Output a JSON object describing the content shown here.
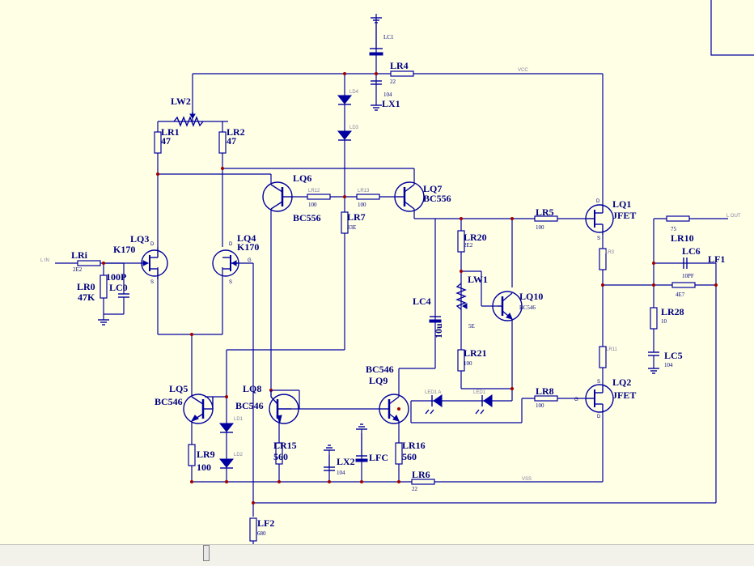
{
  "schematic": {
    "labels": {
      "LC1": "LC1",
      "LR4": "LR4",
      "LR4_val": "22",
      "C104_top": "104",
      "LX1": "LX1",
      "VCC": "VCC",
      "LD4": "LD4",
      "LD3": "LD3",
      "LW2": "LW2",
      "LR1": "LR1",
      "LR1_val": "47",
      "LR2": "LR2",
      "LR2_val": "47",
      "LQ6": "LQ6",
      "LQ6_type": "BC556",
      "LR12": "LR12",
      "LR12_val": "100",
      "LR13": "LR13",
      "LR13_val": "100",
      "LR7": "LR7",
      "LR7_val": "33E",
      "LQ7": "LQ7",
      "LQ7_type": "BC556",
      "LQ1": "LQ1",
      "LQ1_type": "JFET",
      "LR5": "LR5",
      "LR5_val": "100",
      "LR3": "LR3",
      "LQ3": "LQ3",
      "LQ3_type": "K170",
      "LQ4": "LQ4",
      "LQ4_type": "K170",
      "LIN": "L IN",
      "LRi": "LRi",
      "LRi_val": "2E2",
      "LR0": "LR0",
      "LR0_val": "47K",
      "C100P": "100P",
      "LC0": "LC0",
      "LR20": "LR20",
      "LR20_val": "2E2",
      "LW1": "LW1",
      "LW1_val": "5E",
      "LQ10": "LQ10",
      "LQ10_type": "BC546",
      "LC4": "LC4",
      "LC4_val": "10u",
      "LR21": "LR21",
      "LR21_val": "100",
      "LED1A": "LED1 A",
      "LED1": "LED1",
      "LR8": "LR8",
      "LR8_val": "100",
      "LQ2": "LQ2",
      "LQ2_type": "JFET",
      "LR11": "LR11",
      "LOUT": "L OUT",
      "LR10": "LR10",
      "LR10_val": "75",
      "LC6": "LC6",
      "LC6_val": "10PF",
      "LF1": "LF1",
      "LF1_val": "4E7",
      "LR28": "LR28",
      "LR28_val": "10",
      "LC5": "LC5",
      "LC5_val": "104",
      "LQ5": "LQ5",
      "LQ5_type": "BC546",
      "LQ8": "LQ8",
      "LQ8_type": "BC546",
      "LQ9": "LQ9",
      "LQ9_type": "BC546",
      "LD1": "LD1",
      "LD2": "LD2",
      "LR9": "LR9",
      "LR9_val": "100",
      "LR15": "LR15",
      "LR15_val": "560",
      "LR16": "LR16",
      "LR16_val": "560",
      "LX2": "LX2",
      "LX2_val": "104",
      "LFC": "LFC",
      "LR6": "LR6",
      "LR6_val": "22",
      "VSS": "VSS",
      "LF2": "LF2",
      "LF2_val": "680",
      "pin_D": "D",
      "pin_S": "S",
      "pin_G": "G"
    }
  },
  "colors": {
    "wire": "#0000a0",
    "junction": "#a00000",
    "background": "#ffffe6",
    "label": "#000080"
  }
}
